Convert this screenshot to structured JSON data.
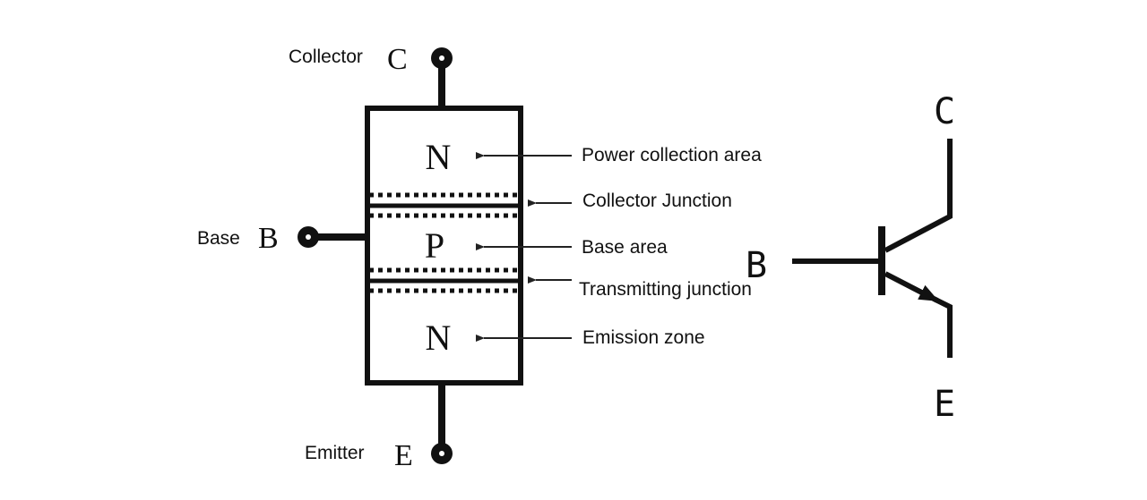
{
  "terminals": {
    "collector": {
      "name": "Collector",
      "letter": "C"
    },
    "base": {
      "name": "Base",
      "letter": "B"
    },
    "emitter": {
      "name": "Emitter",
      "letter": "E"
    }
  },
  "regions": {
    "top": "N",
    "middle": "P",
    "bottom": "N"
  },
  "annotations": {
    "collector_region": "Power collection area",
    "collector_junction": "Collector Junction",
    "base_region": "Base area",
    "emitter_junction": "Transmitting junction",
    "emitter_region": "Emission zone"
  },
  "symbol": {
    "collector": "C",
    "base": "B",
    "emitter": "E"
  }
}
